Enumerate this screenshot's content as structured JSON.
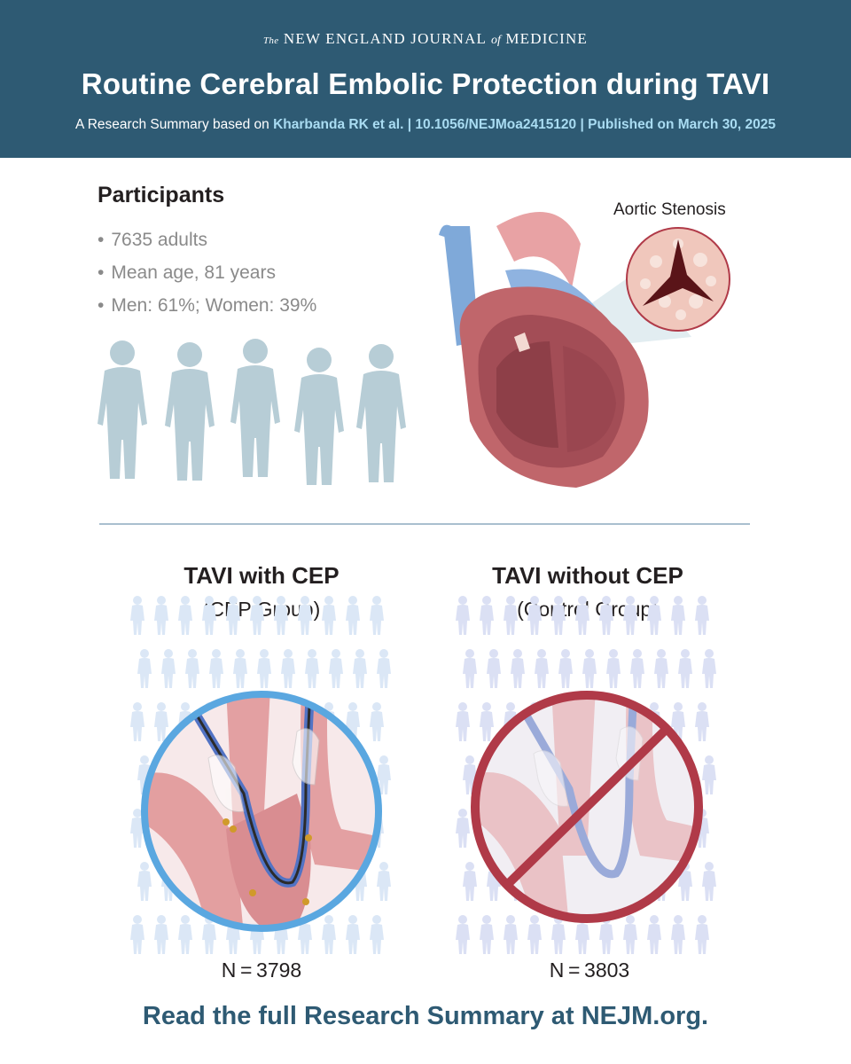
{
  "header": {
    "journal_the": "The",
    "journal_name_1": "NEW ENGLAND JOURNAL",
    "journal_of": "of",
    "journal_name_2": "MEDICINE",
    "title": "Routine Cerebral Embolic Protection during TAVI",
    "subtitle_prefix": "A Research Summary based on",
    "subtitle_authors": "Kharbanda RK et al. | 10.1056/NEJMoa2415120 | Published on March 30, 2025"
  },
  "participants": {
    "title": "Participants",
    "items": [
      "7635 adults",
      "Mean age, 81 years",
      "Men: 61%; Women: 39%"
    ]
  },
  "illustration": {
    "aortic_label": "Aortic Stenosis"
  },
  "groups": [
    {
      "title": "TAVI with CEP",
      "subtitle": "(CEP Group)",
      "n": "N = 3798",
      "accent": "#5aa7e0"
    },
    {
      "title": "TAVI without CEP",
      "subtitle": "(Control Group)",
      "n": "N = 3803",
      "accent": "#b03a48"
    }
  ],
  "colors": {
    "header_bg": "#2e5a73",
    "link_blue": "#a9dcf2",
    "silhouette": "#b7cdd6",
    "footer_text": "#2e5a73"
  },
  "footer": {
    "text": "Read the full Research Summary at NEJM.org."
  }
}
